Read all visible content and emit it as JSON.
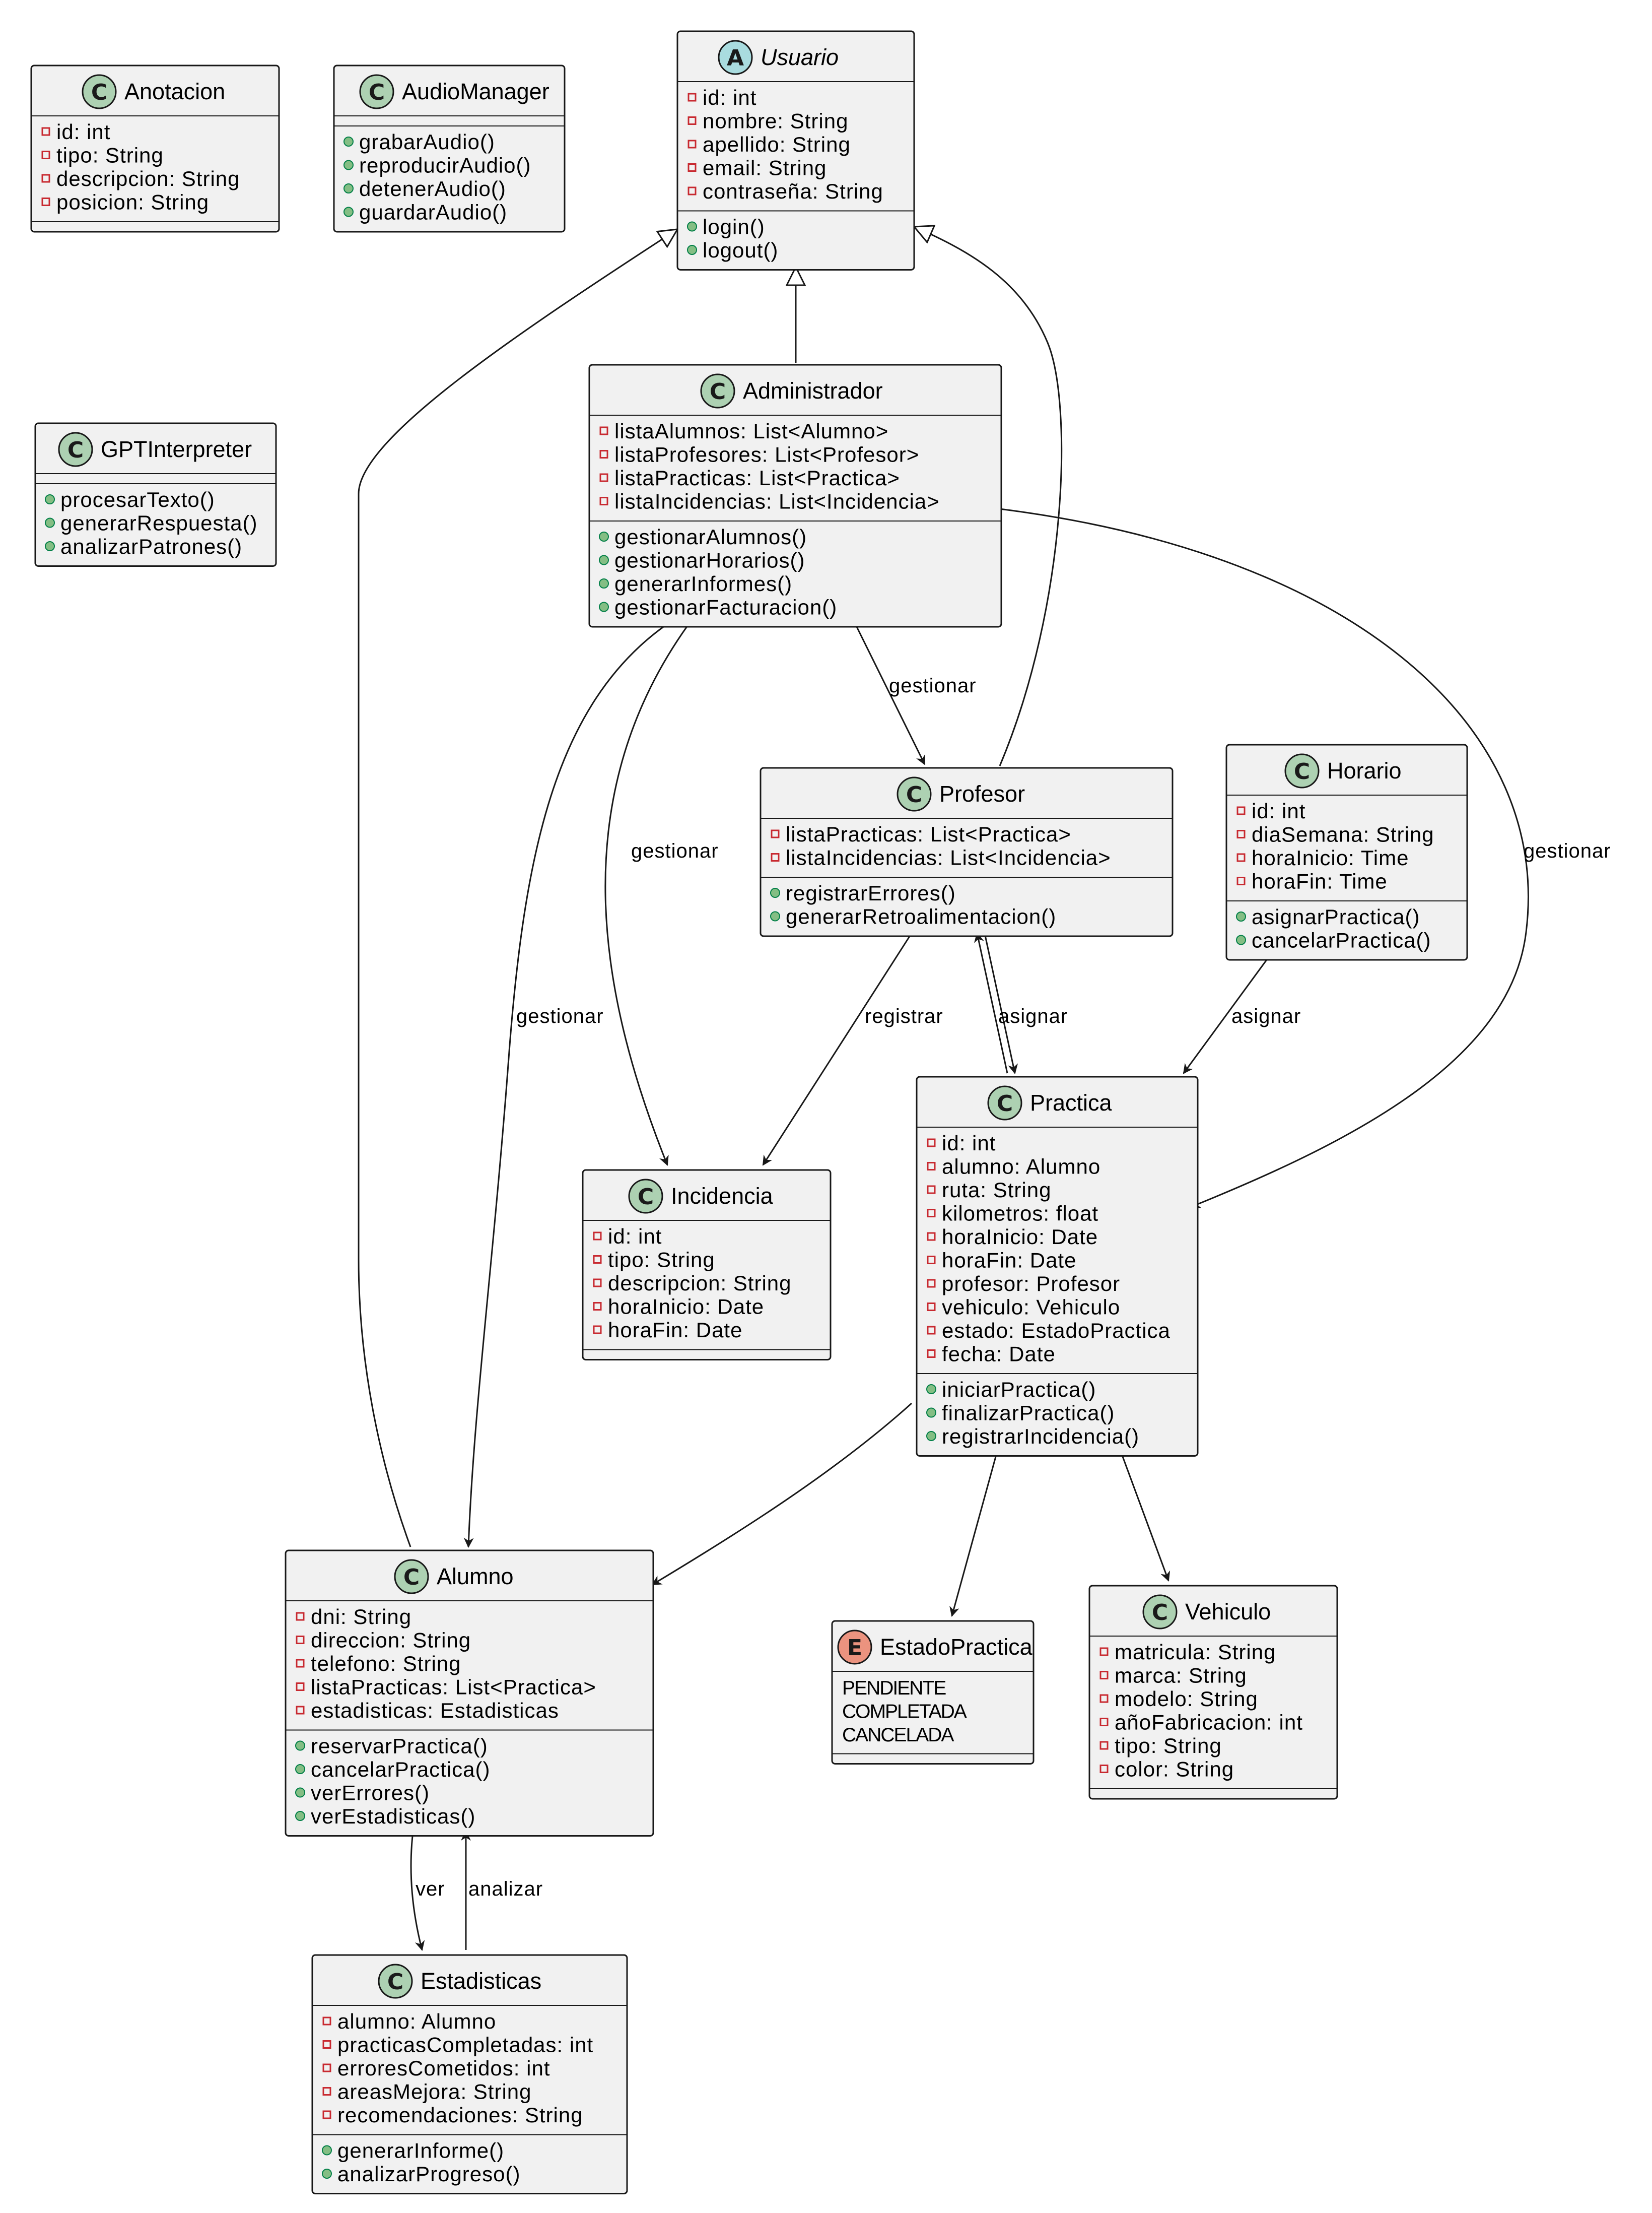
{
  "classes": {
    "anotacion": {
      "kind": "C",
      "name": "Anotacion",
      "attributes": [
        "id: int",
        "tipo: String",
        "descripcion: String",
        "posicion: String"
      ],
      "methods": []
    },
    "audiomanager": {
      "kind": "C",
      "name": "AudioManager",
      "attributes": [],
      "methods": [
        "grabarAudio()",
        "reproducirAudio()",
        "detenerAudio()",
        "guardarAudio()"
      ]
    },
    "usuario": {
      "kind": "A",
      "name": "Usuario",
      "attributes": [
        "id: int",
        "nombre: String",
        "apellido: String",
        "email: String",
        "contraseña: String"
      ],
      "methods": [
        "login()",
        "logout()"
      ]
    },
    "gptinterpreter": {
      "kind": "C",
      "name": "GPTInterpreter",
      "attributes": [],
      "methods": [
        "procesarTexto()",
        "generarRespuesta()",
        "analizarPatrones()"
      ]
    },
    "administrador": {
      "kind": "C",
      "name": "Administrador",
      "attributes": [
        "listaAlumnos: List<Alumno>",
        "listaProfesores: List<Profesor>",
        "listaPracticas: List<Practica>",
        "listaIncidencias: List<Incidencia>"
      ],
      "methods": [
        "gestionarAlumnos()",
        "gestionarHorarios()",
        "generarInformes()",
        "gestionarFacturacion()"
      ]
    },
    "profesor": {
      "kind": "C",
      "name": "Profesor",
      "attributes": [
        "listaPracticas: List<Practica>",
        "listaIncidencias: List<Incidencia>"
      ],
      "methods": [
        "registrarErrores()",
        "generarRetroalimentacion()"
      ]
    },
    "horario": {
      "kind": "C",
      "name": "Horario",
      "attributes": [
        "id: int",
        "diaSemana: String",
        "horaInicio: Time",
        "horaFin: Time"
      ],
      "methods": [
        "asignarPractica()",
        "cancelarPractica()"
      ]
    },
    "practica": {
      "kind": "C",
      "name": "Practica",
      "attributes": [
        "id: int",
        "alumno: Alumno",
        "ruta: String",
        "kilometros: float",
        "horaInicio: Date",
        "horaFin: Date",
        "profesor: Profesor",
        "vehiculo: Vehiculo",
        "estado: EstadoPractica",
        "fecha: Date"
      ],
      "methods": [
        "iniciarPractica()",
        "finalizarPractica()",
        "registrarIncidencia()"
      ]
    },
    "incidencia": {
      "kind": "C",
      "name": "Incidencia",
      "attributes": [
        "id: int",
        "tipo: String",
        "descripcion: String",
        "horaInicio: Date",
        "horaFin: Date"
      ],
      "methods": []
    },
    "alumno": {
      "kind": "C",
      "name": "Alumno",
      "attributes": [
        "dni: String",
        "direccion: String",
        "telefono: String",
        "listaPracticas: List<Practica>",
        "estadisticas: Estadisticas"
      ],
      "methods": [
        "reservarPractica()",
        "cancelarPractica()",
        "verErrores()",
        "verEstadisticas()"
      ]
    },
    "estadopractica": {
      "kind": "E",
      "name": "EstadoPractica",
      "literals": [
        "PENDIENTE",
        "COMPLETADA",
        "CANCELADA"
      ]
    },
    "vehiculo": {
      "kind": "C",
      "name": "Vehiculo",
      "attributes": [
        "matricula: String",
        "marca: String",
        "modelo: String",
        "añoFabricacion: int",
        "tipo: String",
        "color: String"
      ],
      "methods": []
    },
    "estadisticas": {
      "kind": "C",
      "name": "Estadisticas",
      "attributes": [
        "alumno: Alumno",
        "practicasCompletadas: int",
        "erroresCometidos: int",
        "areasMejora: String",
        "recomendaciones: String"
      ],
      "methods": [
        "generarInforme()",
        "analizarProgreso()"
      ]
    }
  },
  "edge_labels": {
    "admin_profesor": "gestionar",
    "admin_incidencia": "gestionar",
    "admin_alumno": "gestionar",
    "admin_practica": "gestionar",
    "profesor_incidencia": "registrar",
    "profesor_practica": "asignar",
    "horario_practica": "asignar",
    "alumno_estadisticas": "ver",
    "estadisticas_alumno": "analizar"
  },
  "colors": {
    "box_fill": "#f1f1f1",
    "box_stroke": "#181818",
    "badge_class": "#add1b2",
    "badge_abstract": "#a9dcdf",
    "badge_enum": "#eb937f",
    "private_marker": "#c82930",
    "public_marker": "#84be84",
    "line": "#181818"
  }
}
